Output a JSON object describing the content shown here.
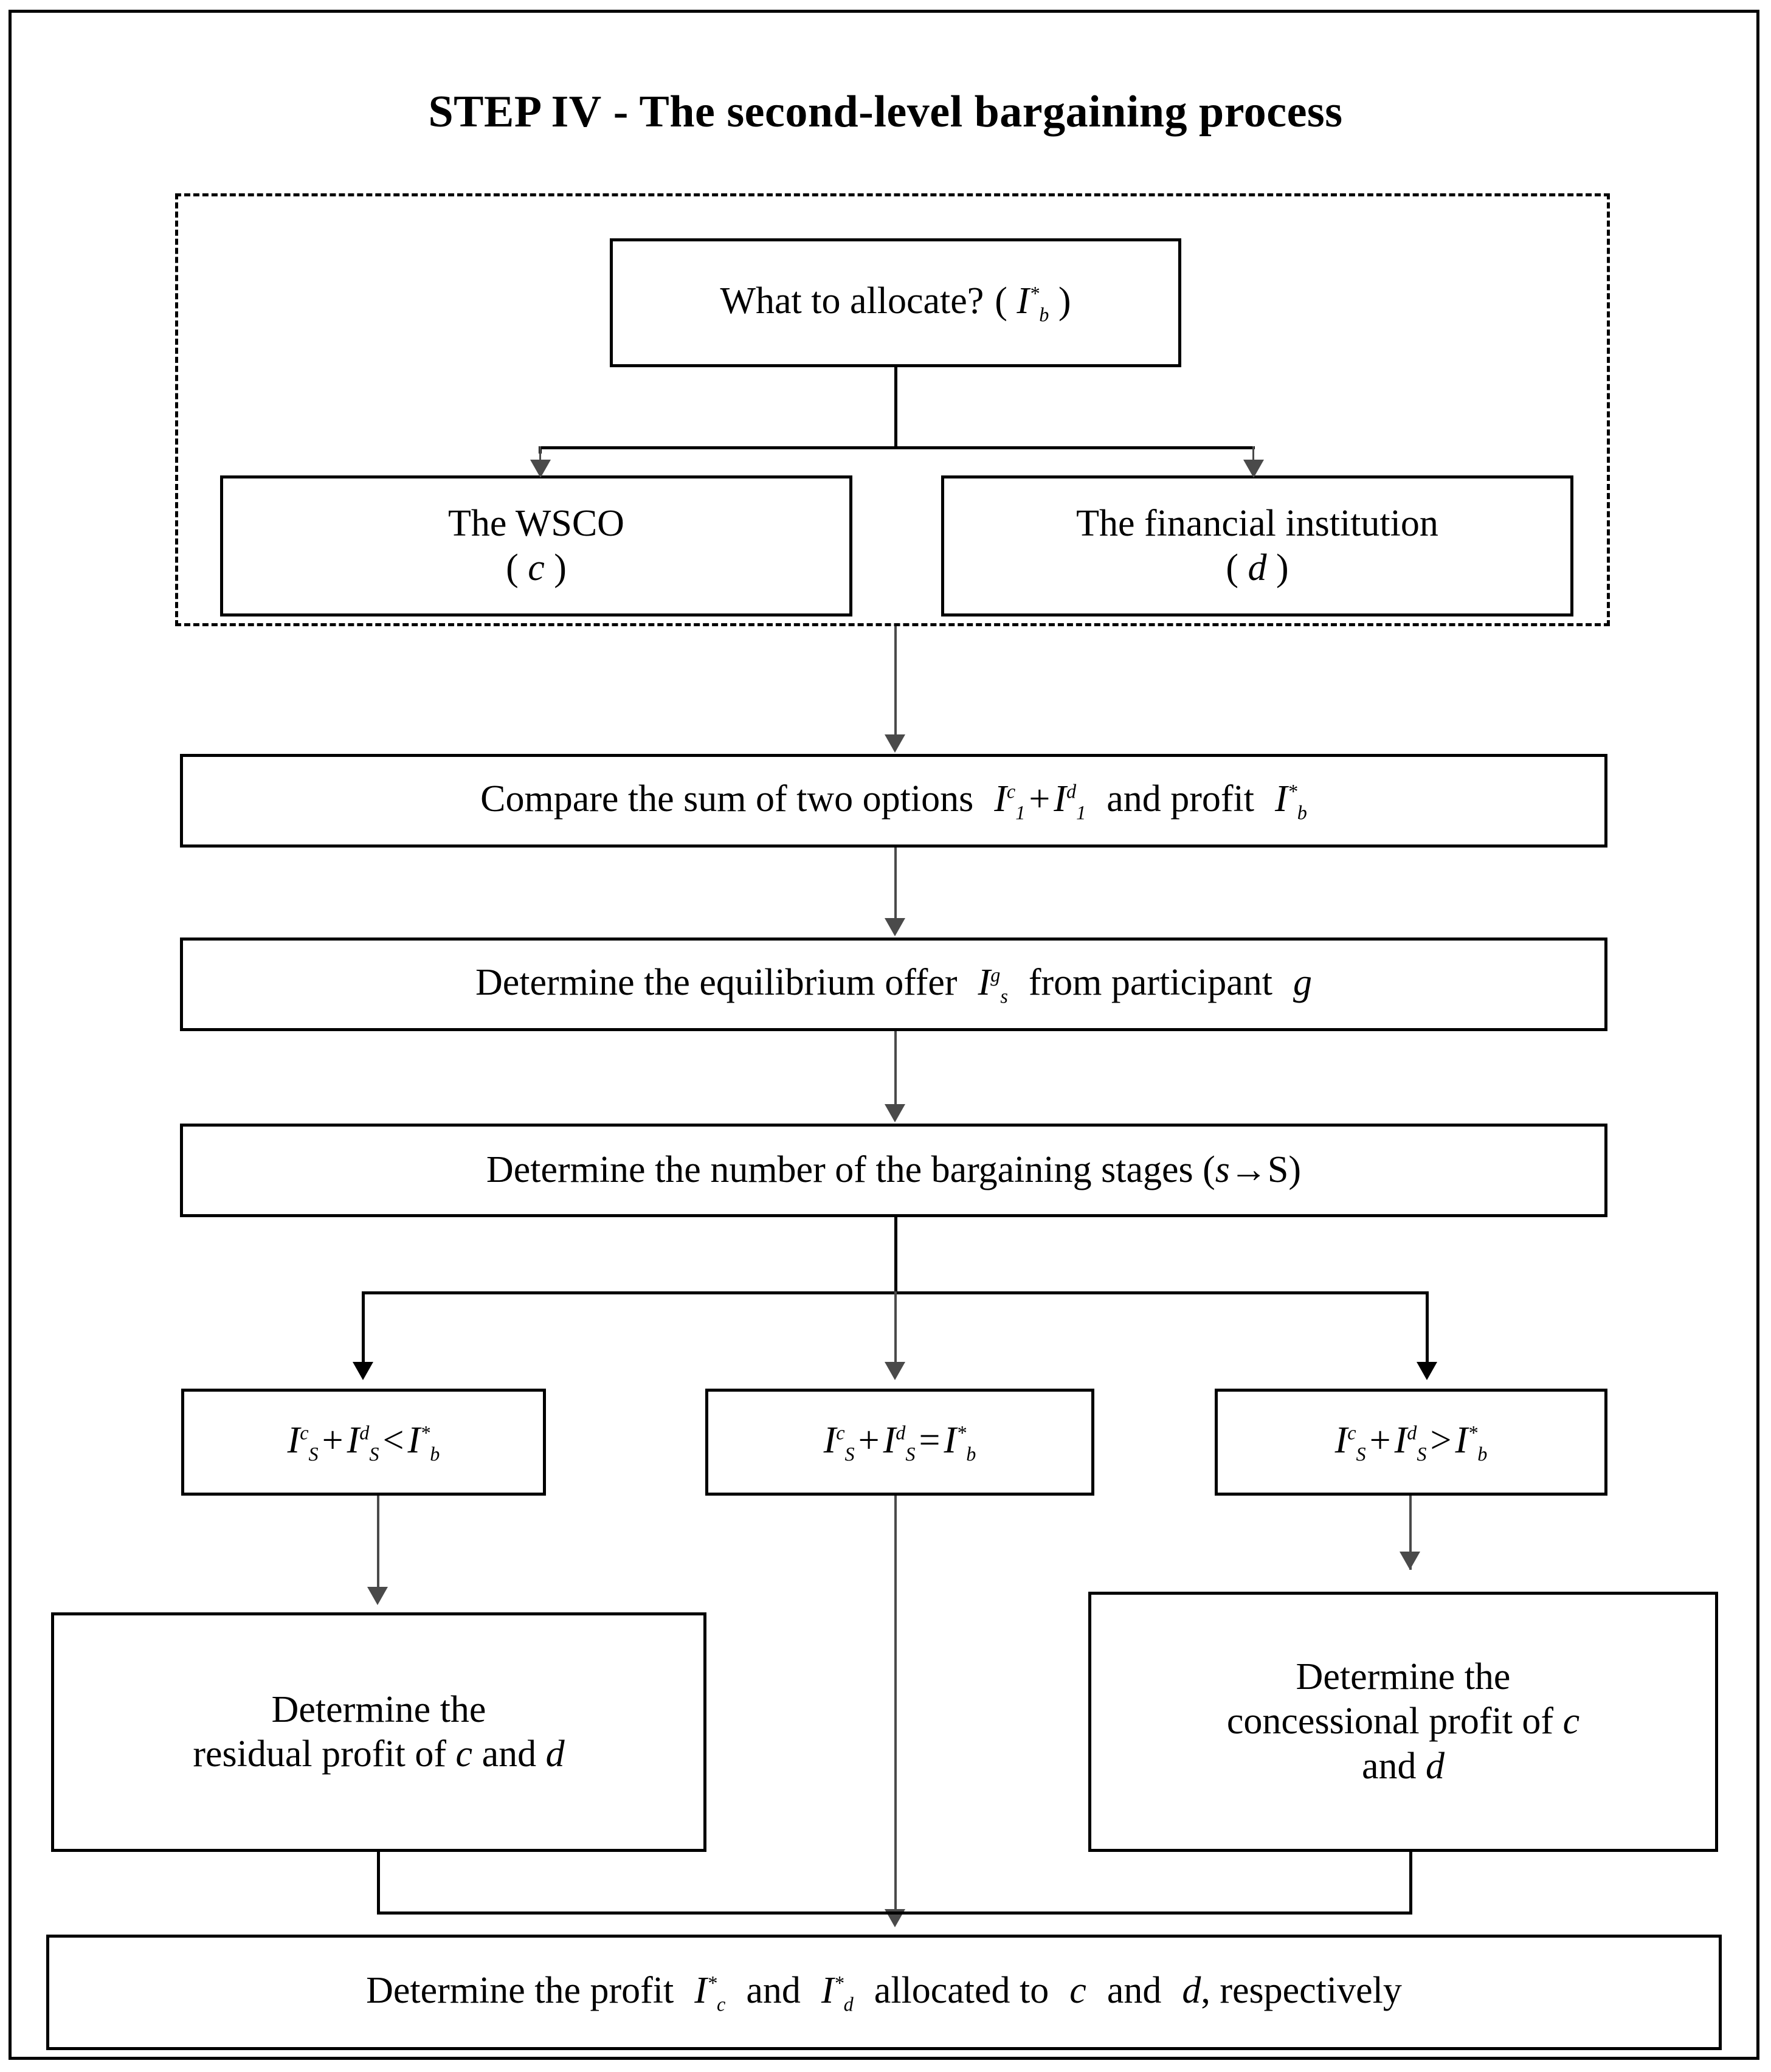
{
  "title": {
    "prefix": "STEP ",
    "numeral": "IV",
    "rest": " - The second-level bargaining process",
    "full": "STEP IV - The second-level bargaining process"
  },
  "nodes": {
    "what_to_allocate": {
      "text": "What to allocate?",
      "formula": "( I*b )",
      "symbol_base": "I",
      "symbol_sup": "*",
      "symbol_sub": "b"
    },
    "wsco": {
      "line1": "The WSCO",
      "line2": "( c )",
      "tag": "c"
    },
    "financial_institution": {
      "line1": "The financial institution",
      "line2": "( d )",
      "tag": "d"
    },
    "compare": {
      "text_a": "Compare the sum of two options",
      "formula_a": "I^c_1 + I^d_1",
      "text_b": "and profit",
      "formula_b": "I*_b"
    },
    "equilibrium_offer": {
      "text_a": "Determine the equilibrium offer",
      "formula_a": "I^g_s",
      "text_b": "from participant",
      "formula_b": "g"
    },
    "bargaining_stages": {
      "text": "Determine the number of the bargaining stages (",
      "from": "s",
      "arrow": "→",
      "to": "S",
      "close": ")",
      "full": "Determine the number of the bargaining stages ( s→S )"
    },
    "cond_less": {
      "formula": "I^c_S + I^d_S < I*_b",
      "relation": "<"
    },
    "cond_equal": {
      "formula": "I^c_S + I^d_S = I*_b",
      "relation": "="
    },
    "cond_greater": {
      "formula": "I^c_S + I^d_S > I*_b",
      "relation": ">"
    },
    "residual": {
      "line1": "Determine the",
      "line2": "residual profit of c and d",
      "prefix2": "residual profit of",
      "var_c": "c",
      "mid": "and",
      "var_d": "d"
    },
    "concessional": {
      "line1": "Determine the",
      "line2": "concessional profit of c",
      "line3": "and d",
      "prefix2": "concessional profit of",
      "var_c": "c",
      "and": "and",
      "var_d": "d"
    },
    "final": {
      "text_a": "Determine the profit",
      "formula_a": "I*_c",
      "text_b": "and",
      "formula_b": "I*_d",
      "text_c": "allocated to",
      "var_c": "c",
      "text_d": "and",
      "var_d": "d",
      "text_e": ", respectively"
    }
  },
  "symbols": {
    "I": "I",
    "star": "*",
    "sub_b": "b",
    "sub_1": "1",
    "sub_s_lower": "s",
    "sub_S_upper": "S",
    "sub_c": "c",
    "sub_d": "d",
    "sup_c": "c",
    "sup_d": "d",
    "sup_g": "g",
    "plus": "+",
    "less": "<",
    "equal": "=",
    "greater": ">"
  },
  "colors": {
    "stroke": "#000000",
    "thin_stroke": "#4a4a4a",
    "background": "#ffffff"
  }
}
